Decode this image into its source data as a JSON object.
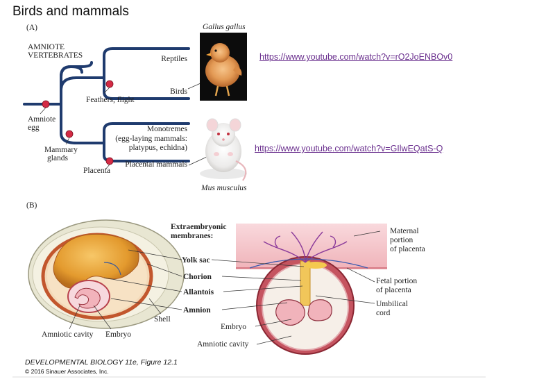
{
  "page": {
    "title": "Birds and mammals"
  },
  "panel_a": {
    "label": "(A)",
    "group_label_1": "AMNIOTE",
    "group_label_2": "VERTEBRATES",
    "taxa": {
      "reptiles": "Reptiles",
      "birds": "Birds",
      "monotremes_1": "Monotremes",
      "monotremes_2": "(egg-laying mammals:",
      "monotremes_3": "platypus, echidna)",
      "placental": "Placental mammals"
    },
    "traits": {
      "amniote_1": "Amniote",
      "amniote_2": "egg",
      "feathers": "Feathers, flight",
      "mammary_1": "Mammary",
      "mammary_2": "glands",
      "placenta": "Placenta"
    },
    "species": {
      "chicken": "Gallus gallus",
      "mouse": "Mus musculus"
    },
    "links": {
      "chicken_video": "https://www.youtube.com/watch?v=rO2JoENBOv0",
      "mouse_video": "https://www.youtube.com/watch?v=GIlwEQatS-Q"
    },
    "colors": {
      "branch": "#1f3b6e",
      "node": "#d42b45"
    }
  },
  "panel_b": {
    "label": "(B)",
    "heading_1": "Extraembryonic",
    "heading_2": "membranes:",
    "membranes": {
      "yolk_sac": "Yolk sac",
      "chorion": "Chorion",
      "allantois": "Allantois",
      "amnion": "Amnion"
    },
    "egg_labels": {
      "shell": "Shell",
      "amniotic_cavity": "Amniotic cavity",
      "embryo": "Embryo"
    },
    "placenta_labels": {
      "maternal_1": "Maternal",
      "maternal_2": "portion",
      "maternal_3": "of placenta",
      "fetal_1": "Fetal portion",
      "fetal_2": "of placenta",
      "umbilical_1": "Umbilical",
      "umbilical_2": "cord",
      "embryo": "Embryo",
      "amniotic_cavity": "Amniotic cavity"
    }
  },
  "credit": {
    "line1": "DEVELOPMENTAL BIOLOGY 11e, Figure 12.1",
    "line2": "© 2016 Sinauer Associates, Inc."
  }
}
